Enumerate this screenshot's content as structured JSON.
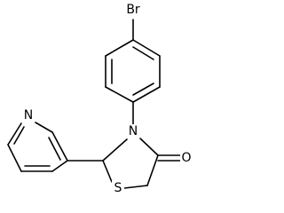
{
  "structure": {
    "atoms": {
      "bromine": "Br",
      "pyridine_nitrogen": "N",
      "ring_nitrogen": "N",
      "carbonyl_oxygen": "O",
      "ring_sulfur": "S"
    }
  }
}
